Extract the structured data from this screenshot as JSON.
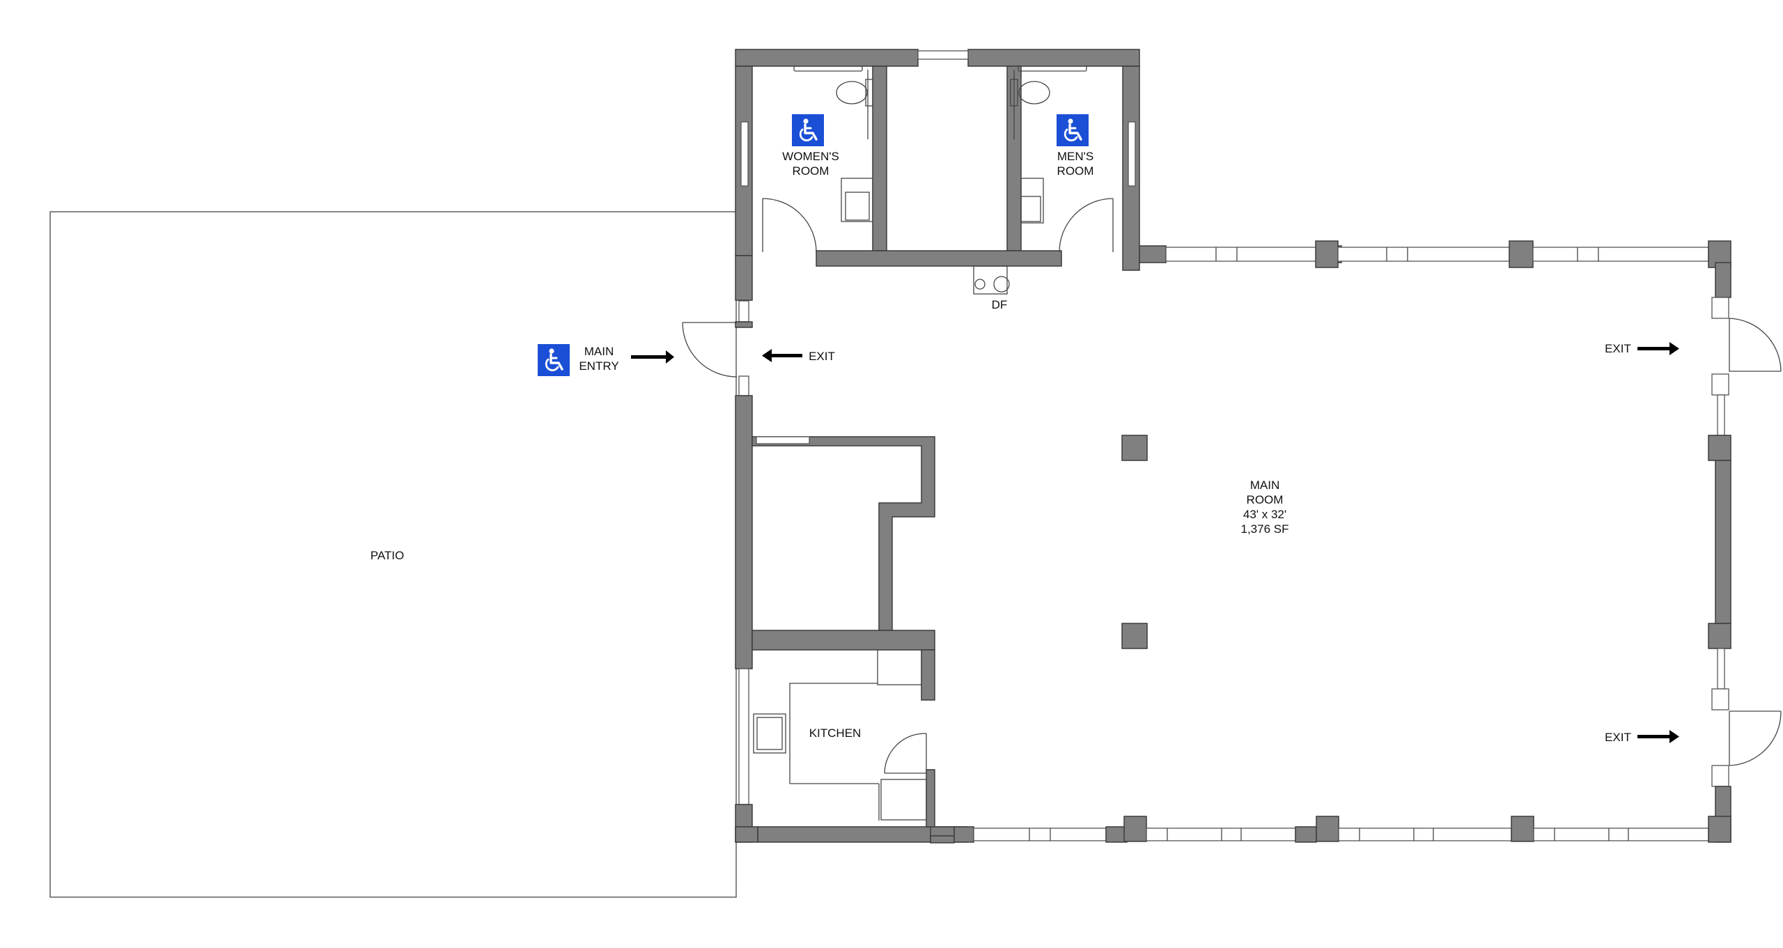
{
  "labels": {
    "patio": "PATIO",
    "main_entry_line1": "MAIN",
    "main_entry_line2": "ENTRY",
    "exit_left": "EXIT",
    "exit_right_top": "EXIT",
    "exit_right_bottom": "EXIT",
    "womens_room_line1": "WOMEN'S",
    "womens_room_line2": "ROOM",
    "mens_room_line1": "MEN'S",
    "mens_room_line2": "ROOM",
    "drinking_fountain": "DF",
    "main_room_line1": "MAIN",
    "main_room_line2": "ROOM",
    "main_room_dims": "43' x 32'",
    "main_room_area": "1,376 SF",
    "kitchen": "KITCHEN"
  },
  "icons": {
    "accessibility": "wheelchair-icon",
    "direction": "arrow-icon"
  },
  "colors": {
    "wall_fill": "#808080",
    "wall_outline": "#3c3c3c",
    "accessibility_blue": "#1a4fd6",
    "line": "#444444"
  }
}
